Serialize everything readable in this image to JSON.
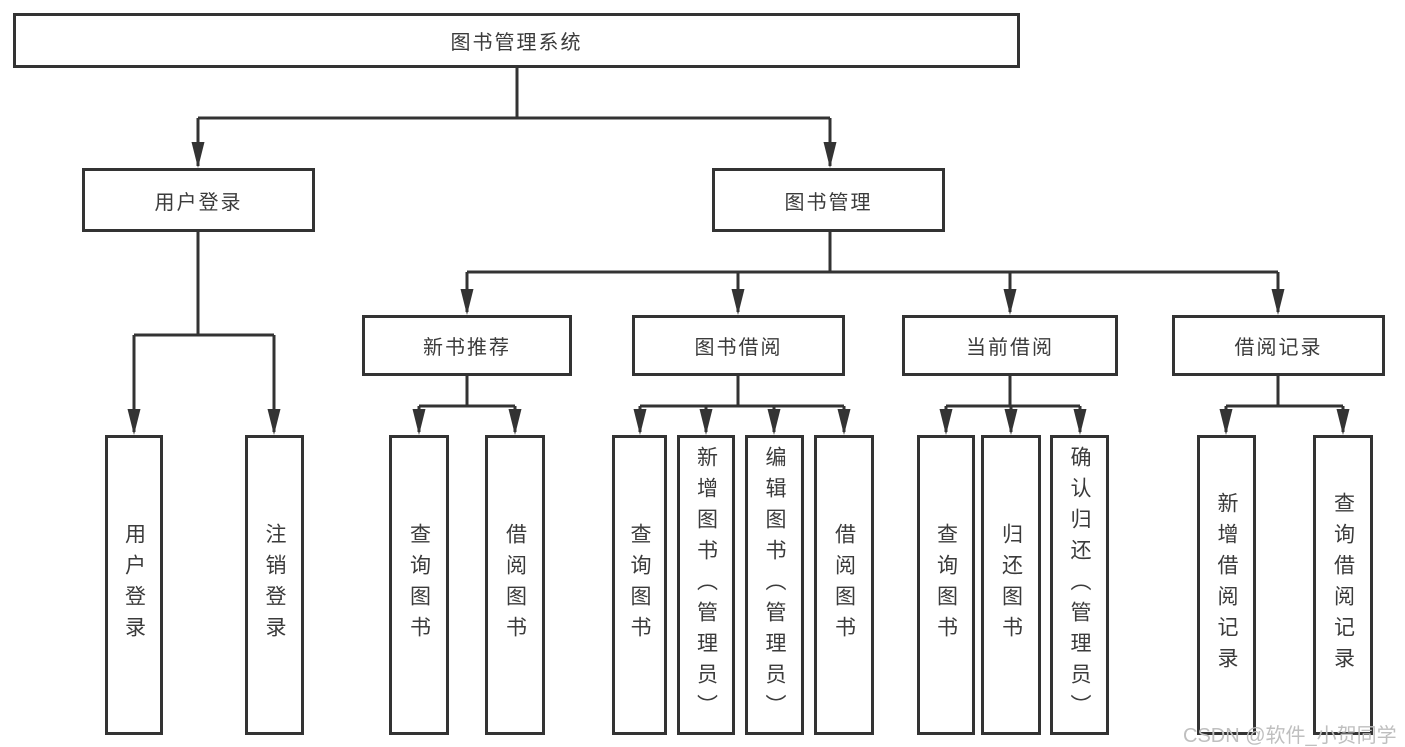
{
  "tree": {
    "root": "图书管理系统",
    "login": {
      "label": "用户登录",
      "leaves": [
        "用户登录",
        "注销登录"
      ]
    },
    "mgmt": {
      "label": "图书管理"
    },
    "new_rec": {
      "label": "新书推荐",
      "leaves": [
        "查询图书",
        "借阅图书"
      ]
    },
    "borrow": {
      "label": "图书借阅",
      "leaves": [
        "查询图书",
        "新增图书（管理员）",
        "编辑图书（管理员）",
        "借阅图书"
      ]
    },
    "current": {
      "label": "当前借阅",
      "leaves": [
        "查询图书",
        "归还图书",
        "确认归还（管理员）"
      ]
    },
    "records": {
      "label": "借阅记录",
      "leaves": [
        "新增借阅记录",
        "查询借阅记录"
      ]
    }
  },
  "watermark": "CSDN @软件_小贺同学",
  "colors": {
    "line": "#333333",
    "text": "#3b3b3b",
    "watermark": "#bfbfbf",
    "background": "#ffffff"
  }
}
